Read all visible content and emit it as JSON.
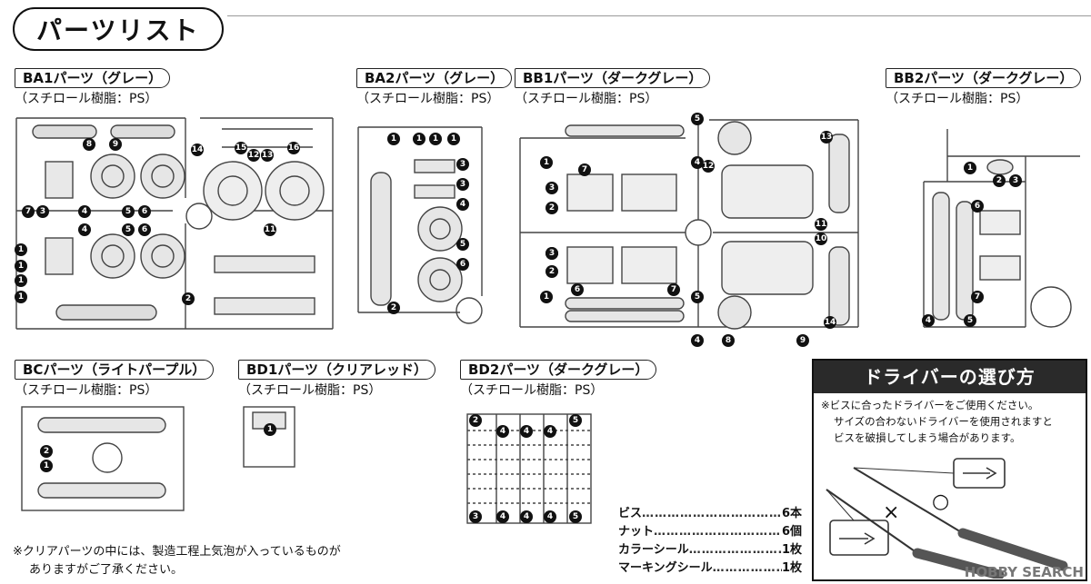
{
  "title": "パーツリスト",
  "sprues": [
    {
      "id": "ba1",
      "label": "BA1パーツ（グレー）",
      "material": "（スチロール樹脂：PS）",
      "numbers": [
        "8",
        "9",
        "14",
        "15",
        "12",
        "13",
        "16",
        "7",
        "3",
        "4",
        "5",
        "6",
        "11",
        "4",
        "5",
        "6",
        "1",
        "1",
        "1",
        "1",
        "2"
      ]
    },
    {
      "id": "ba2",
      "label": "BA2パーツ（グレー）",
      "material": "（スチロール樹脂：PS）",
      "numbers": [
        "1",
        "1",
        "1",
        "1",
        "3",
        "3",
        "4",
        "5",
        "6",
        "2"
      ]
    },
    {
      "id": "bb1",
      "label": "BB1パーツ（ダークグレー）",
      "material": "（スチロール樹脂：PS）",
      "numbers": [
        "5",
        "1",
        "7",
        "4",
        "12",
        "13",
        "3",
        "2",
        "3",
        "11",
        "10",
        "3",
        "2",
        "1",
        "6",
        "7",
        "5",
        "14",
        "4",
        "8",
        "9"
      ]
    },
    {
      "id": "bb2",
      "label": "BB2パーツ（ダークグレー）",
      "material": "（スチロール樹脂：PS）",
      "numbers": [
        "1",
        "2",
        "3",
        "6",
        "7",
        "4",
        "5"
      ]
    },
    {
      "id": "bc",
      "label": "BCパーツ（ライトパープル）",
      "material": "（スチロール樹脂：PS）",
      "numbers": [
        "2",
        "1"
      ]
    },
    {
      "id": "bd1",
      "label": "BD1パーツ（クリアレッド）",
      "material": "（スチロール樹脂：PS）",
      "numbers": [
        "1"
      ]
    },
    {
      "id": "bd2",
      "label": "BD2パーツ（ダークグレー）",
      "material": "（スチロール樹脂：PS）",
      "numbers": [
        "2",
        "4",
        "4",
        "4",
        "5",
        "3",
        "4",
        "4",
        "4",
        "5"
      ]
    }
  ],
  "accessories": [
    {
      "name": "ビス",
      "qty": "6本"
    },
    {
      "name": "ナット",
      "qty": "6個"
    },
    {
      "name": "カラーシール",
      "qty": "1枚"
    },
    {
      "name": "マーキングシール",
      "qty": "1枚"
    }
  ],
  "accessory_dots": "…………………………………………",
  "clear_note": [
    "※クリアパーツの中には、製造工程上気泡が入っているものが",
    "ありますがご了承ください。"
  ],
  "driver": {
    "heading": "ドライバーの選び方",
    "lines": [
      "※ビスに合ったドライバーをご使用ください。",
      "サイズの合わないドライバーを使用されますと",
      "ビスを破損してしまう場合があります。"
    ],
    "ok_mark": "○",
    "ng_mark": "×"
  },
  "watermark": "HOBBY SEARCH"
}
